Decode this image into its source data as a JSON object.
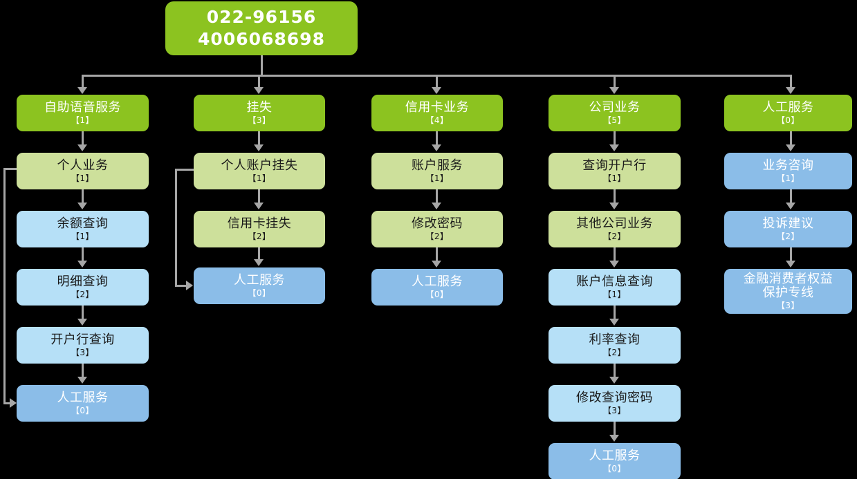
{
  "diagram": {
    "title": "IVR phone menu tree",
    "colors": {
      "background": "#000000",
      "level1_green": "#8CC320",
      "level2_olive": "#CDE09B",
      "level3_light_blue": "#B6E0F7",
      "agent_medium_blue": "#8BBDE8",
      "connector_gray": "#A6A6A6"
    }
  },
  "root": {
    "label": "022-96156\n4006068698",
    "key": ""
  },
  "columns": [
    {
      "name": "self-service-voice",
      "nodes": [
        {
          "label": "自助语音服务",
          "key": "【1】",
          "style": "c-green"
        },
        {
          "label": "个人业务",
          "key": "【1】",
          "style": "c-olive"
        },
        {
          "label": "余额查询",
          "key": "【1】",
          "style": "c-lblue"
        },
        {
          "label": "明细查询",
          "key": "【2】",
          "style": "c-lblue"
        },
        {
          "label": "开户行查询",
          "key": "【3】",
          "style": "c-lblue"
        },
        {
          "label": "人工服务",
          "key": "【0】",
          "style": "c-mblue"
        }
      ]
    },
    {
      "name": "report-loss",
      "nodes": [
        {
          "label": "挂失",
          "key": "【3】",
          "style": "c-green"
        },
        {
          "label": "个人账户挂失",
          "key": "【1】",
          "style": "c-olive"
        },
        {
          "label": "信用卡挂失",
          "key": "【2】",
          "style": "c-olive"
        },
        {
          "label": "人工服务",
          "key": "【0】",
          "style": "c-mblue"
        }
      ]
    },
    {
      "name": "credit-card-business",
      "nodes": [
        {
          "label": "信用卡业务",
          "key": "【4】",
          "style": "c-green"
        },
        {
          "label": "账户服务",
          "key": "【1】",
          "style": "c-olive"
        },
        {
          "label": "修改密码",
          "key": "【2】",
          "style": "c-olive"
        },
        {
          "label": "人工服务",
          "key": "【0】",
          "style": "c-mblue"
        }
      ]
    },
    {
      "name": "corporate-business",
      "nodes": [
        {
          "label": "公司业务",
          "key": "【5】",
          "style": "c-green"
        },
        {
          "label": "查询开户行",
          "key": "【1】",
          "style": "c-olive"
        },
        {
          "label": "其他公司业务",
          "key": "【2】",
          "style": "c-olive"
        },
        {
          "label": "账户信息查询",
          "key": "【1】",
          "style": "c-lblue"
        },
        {
          "label": "利率查询",
          "key": "【2】",
          "style": "c-lblue"
        },
        {
          "label": "修改查询密码",
          "key": "【3】",
          "style": "c-lblue"
        },
        {
          "label": "人工服务",
          "key": "【0】",
          "style": "c-mblue"
        }
      ]
    },
    {
      "name": "manual-service",
      "nodes": [
        {
          "label": "人工服务",
          "key": "【0】",
          "style": "c-green"
        },
        {
          "label": "业务咨询",
          "key": "【1】",
          "style": "c-mblue"
        },
        {
          "label": "投诉建议",
          "key": "【2】",
          "style": "c-mblue"
        },
        {
          "label": "金融消费者权益\n保护专线",
          "key": "【3】",
          "style": "c-mblue"
        }
      ]
    }
  ]
}
